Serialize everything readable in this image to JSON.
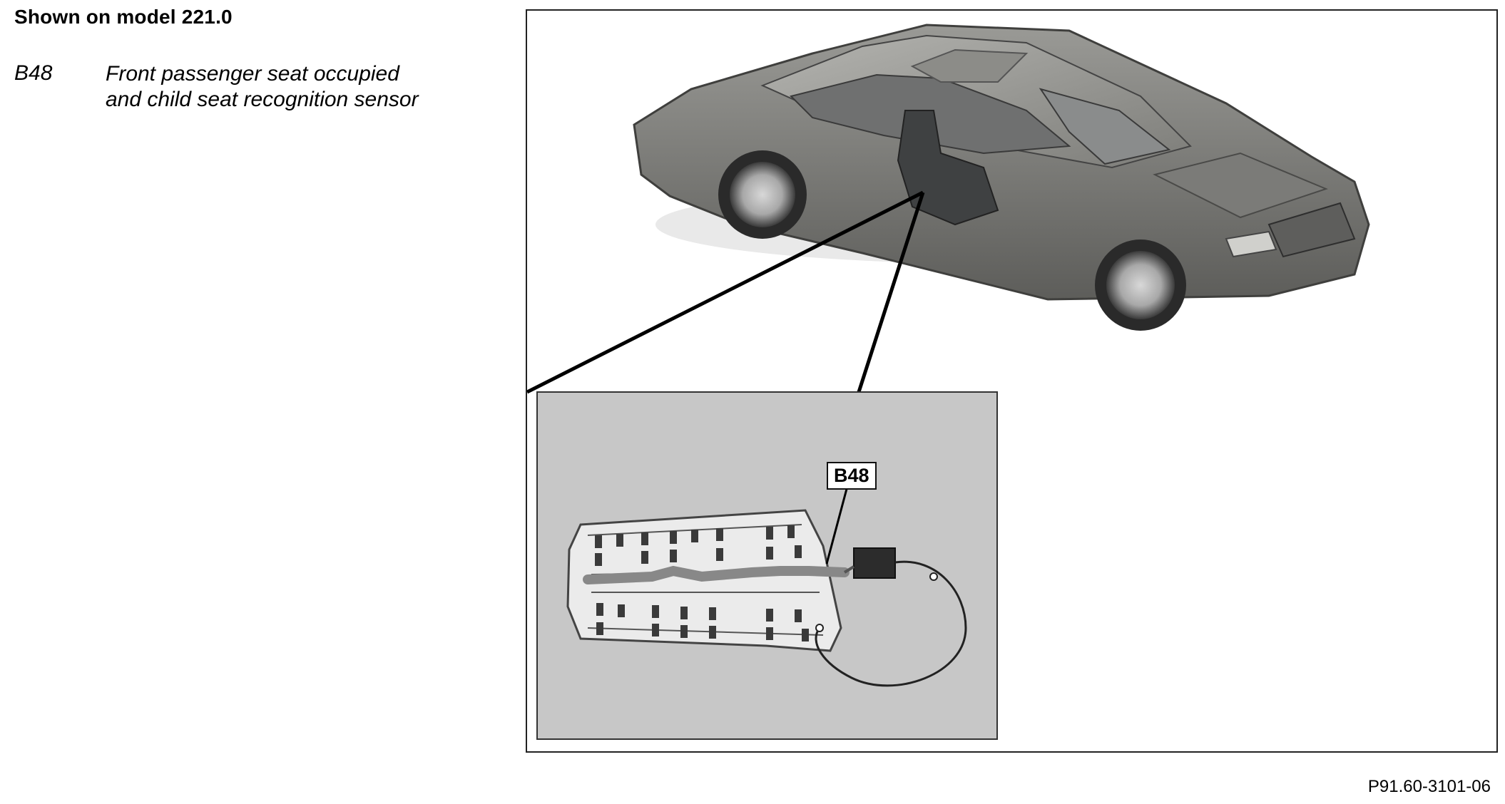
{
  "heading": "Shown on model 221.0",
  "legend": [
    {
      "code": "B48",
      "description": "Front passenger seat occupied\nand child seat recognition sensor"
    }
  ],
  "callout": "B48",
  "figure_code": "P91.60-3101-06"
}
